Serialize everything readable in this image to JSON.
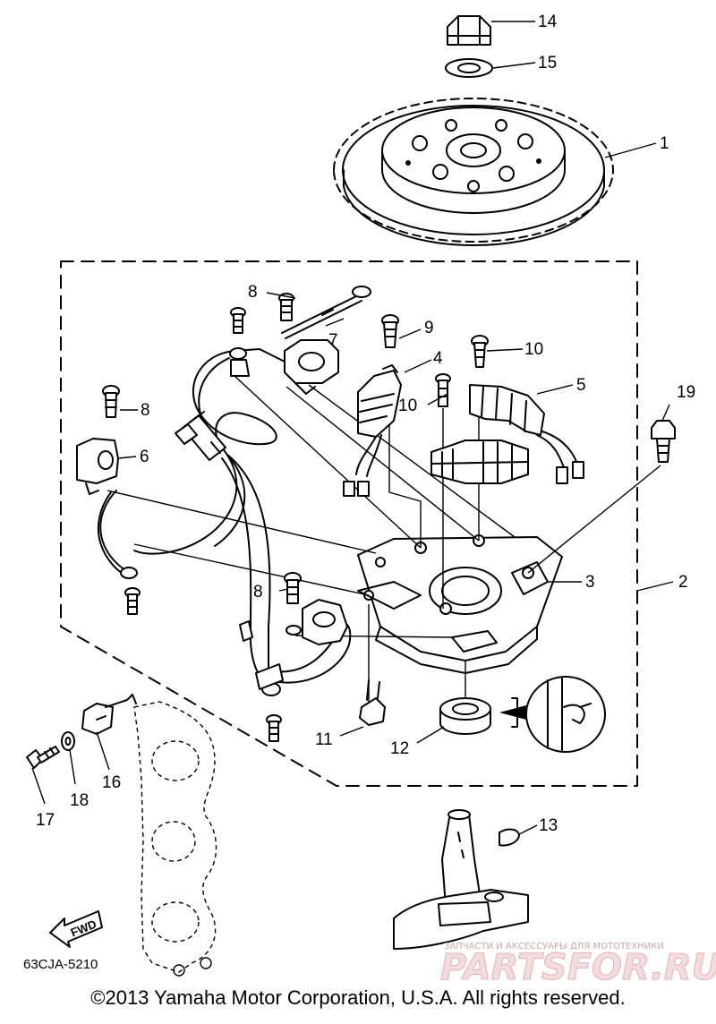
{
  "callouts": {
    "c1": "1",
    "c2": "2",
    "c3": "3",
    "c4": "4",
    "c5": "5",
    "c6": "6",
    "c7": "7",
    "c8a": "8",
    "c8b": "8",
    "c8c": "8",
    "c9": "9",
    "c10a": "10",
    "c10b": "10",
    "c11": "11",
    "c12": "12",
    "c13": "13",
    "c14": "14",
    "c15": "15",
    "c16": "16",
    "c17": "17",
    "c18": "18",
    "c19": "19"
  },
  "fwd_label": "FWD",
  "diagram_code": "63CJA-5210",
  "watermark": {
    "tagline": "ЗАПЧАСТИ И АКСЕССУАРЫ ДЛЯ МОТОТЕХНИКИ",
    "brand": "PARTSFOR.RU"
  },
  "copyright": "©2013 Yamaha Motor Corporation, U.S.A. All rights reserved."
}
